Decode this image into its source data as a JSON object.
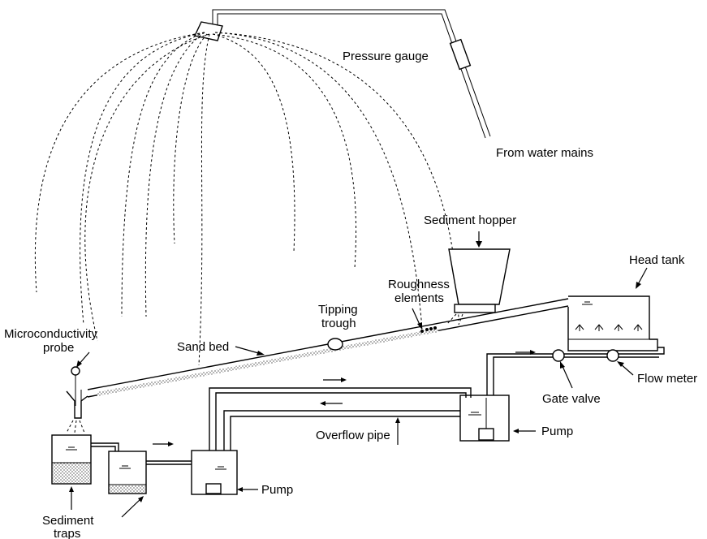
{
  "labels": {
    "pressure_gauge": "Pressure gauge",
    "from_water_mains": "From water mains",
    "sediment_hopper": "Sediment hopper",
    "head_tank": "Head tank",
    "roughness_elements_1": "Roughness",
    "roughness_elements_2": "elements",
    "tipping_trough_1": "Tipping",
    "tipping_trough_2": "trough",
    "microconductivity_probe_1": "Microconductivity",
    "microconductivity_probe_2": "probe",
    "sand_bed": "Sand bed",
    "flow_meter": "Flow meter",
    "gate_valve": "Gate valve",
    "pump_right": "Pump",
    "pump_bottom": "Pump",
    "overflow_pipe": "Overflow pipe",
    "sediment_traps_1": "Sediment",
    "sediment_traps_2": "traps"
  }
}
